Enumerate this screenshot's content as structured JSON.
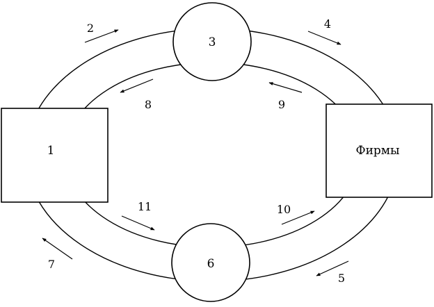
{
  "colors": {
    "stroke": "#000000",
    "background": "#ffffff"
  },
  "nodes": {
    "left_box": "1",
    "top_circle": "3",
    "right_box": "Фирмы",
    "bottom_circle": "6"
  },
  "flows": {
    "f2": "2",
    "f4": "4",
    "f5": "5",
    "f7": "7",
    "f8": "8",
    "f9": "9",
    "f10": "10",
    "f11": "11"
  }
}
